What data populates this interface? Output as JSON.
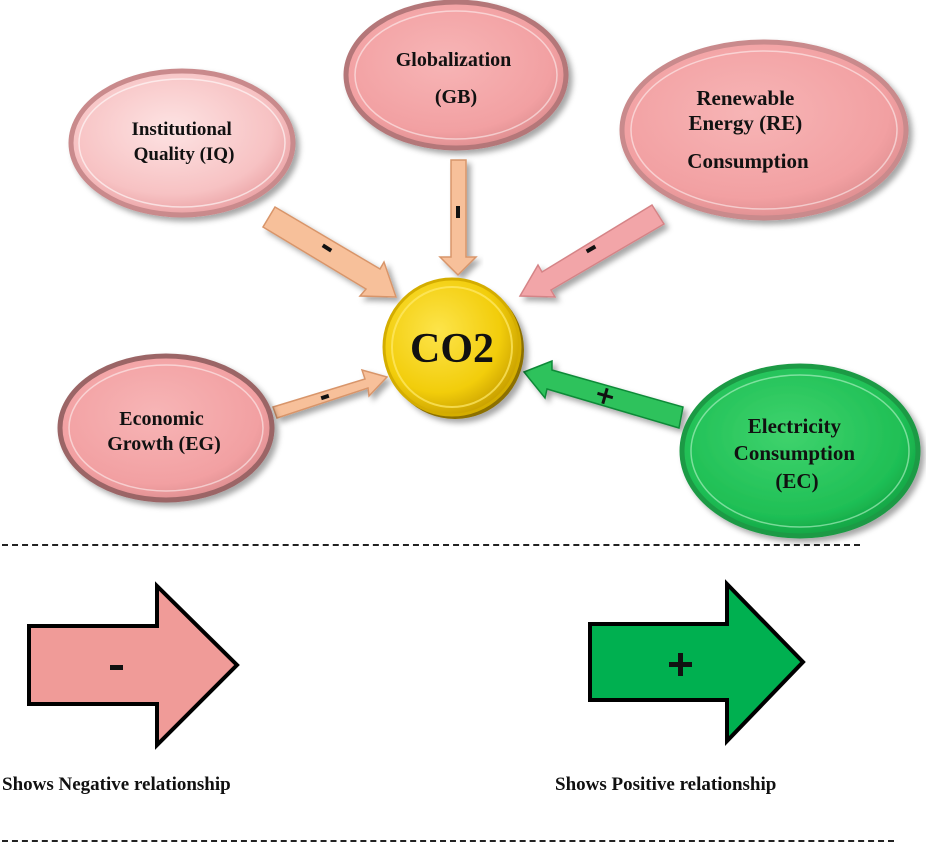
{
  "center": {
    "label": "CO2",
    "color": "#f2cd0b"
  },
  "nodes": [
    {
      "id": "iq",
      "lines": [
        "Institutional",
        "Quality (IQ)"
      ],
      "sign": "-",
      "relationship": "negative"
    },
    {
      "id": "gb",
      "lines": [
        "Globalization",
        "(GB)"
      ],
      "sign": "-",
      "relationship": "negative"
    },
    {
      "id": "re",
      "lines": [
        "Renewable",
        "Energy (RE)",
        "Consumption"
      ],
      "sign": "-",
      "relationship": "negative"
    },
    {
      "id": "eg",
      "lines": [
        "Economic",
        "Growth (EG)"
      ],
      "sign": "-",
      "relationship": "negative"
    },
    {
      "id": "ec",
      "lines": [
        "Electricity",
        "Consumption",
        "(EC)"
      ],
      "sign": "+",
      "relationship": "positive"
    }
  ],
  "legend": {
    "negative": {
      "sign": "-",
      "label": "Shows Negative relationship",
      "color": "#f09b98"
    },
    "positive": {
      "sign": "+",
      "label": "Shows Positive relationship",
      "color": "#00b050"
    }
  },
  "colors": {
    "node_pink": "#f4aaaa",
    "node_pink_light": "#f8c6c6",
    "node_green": "#22c25a",
    "arrow_peach": "#f7c09a",
    "arrow_pink": "#f2a5a8",
    "arrow_green": "#2ec25c"
  }
}
